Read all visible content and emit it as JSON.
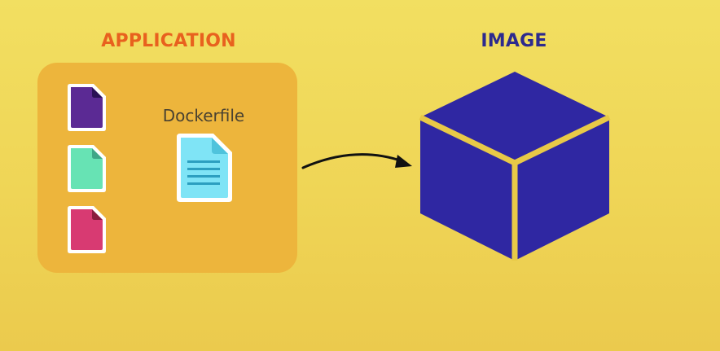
{
  "headings": {
    "application": "APPLICATION",
    "image": "IMAGE"
  },
  "dockerfile": {
    "label": "Dockerfile"
  },
  "icons": [
    "file-icon",
    "file-icon",
    "file-icon",
    "dockerfile-icon",
    "arrow-icon",
    "cube-icon"
  ],
  "colors": {
    "background": "#f0d85a",
    "app_box": "#edb53c",
    "application_heading": "#e8611e",
    "image_heading": "#2d2a8e",
    "file_purple": "#5b2a94",
    "file_green": "#67e3b4",
    "file_pink": "#d83a72",
    "dockerfile": "#7fe4f6",
    "cube": "#2f27a2"
  }
}
